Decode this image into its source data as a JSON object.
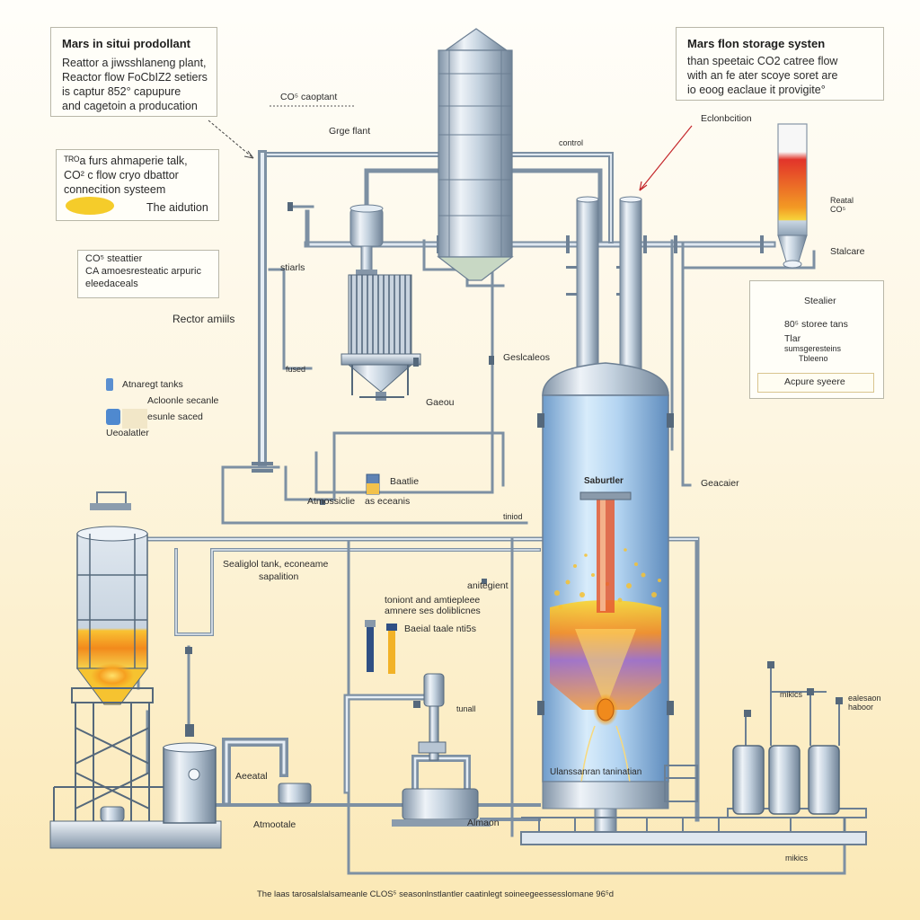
{
  "callouts": {
    "top_left": {
      "title": "Mars in situi prodollant",
      "lines": [
        "Reattor a jiwsshlaneng plant,",
        "Reactor flow FoCbIZ2 setiers",
        "is captur 852° capupure",
        "and cagetoin a producation"
      ]
    },
    "top_right": {
      "title": "Mars flon storage systen",
      "lines": [
        "than speetaic CO2 catree flow",
        "with an fe ater scoye soret are",
        "io eoog eaclaue it provigite°"
      ]
    },
    "mid_left": {
      "lines": [
        "ᵀᴿᴼa furs ahmaperie talk,",
        "CO² c flow cryo dbattor",
        "connecition systeem"
      ],
      "sub_label": "The aidution",
      "swatch_color": "#f5cc2a"
    },
    "left": {
      "lines": [
        "CO⁵ steattier",
        "CA amoesresteatic arpuric",
        "eleedaceals"
      ]
    },
    "right_small": {
      "items": [
        "Stealier",
        "80⁵ storee tans",
        "Tlar",
        "sumsgeresteins",
        "Tbleeno"
      ],
      "footer": "Acpure syeere"
    }
  },
  "labels": {
    "co2_capture": "CO⁵ caoptant",
    "grge_flant": "Grge flant",
    "control": "control",
    "eclonbcition": "Eclonbcition",
    "reactal_co": "Reatal CO⁵",
    "staleare": "Stalcare",
    "stiarls": "stiarls",
    "reactor_amills": "Rector amiils",
    "fused": "fused",
    "gaeou": "Gaeou",
    "geslcaleos": "Geslcaleos",
    "atnaregt_tanks": "Atnaregt tanks",
    "acloonle_secanle": "Acloonle secanle",
    "esunle_saced": "esunle saced",
    "ueoalatler": "Ueoalatler",
    "baatlie": "Baatlie",
    "atmossiclie": "Atmossiclie",
    "as_eceanis": "as eceanis",
    "tiniod": "tiniod",
    "saburiter": "Saburtler",
    "geacaier": "Geacaier",
    "sealiglol_tank": "Sealiglol tank, econeame",
    "sapalition": "sapalition",
    "antogisnt": "anitegient",
    "tonient": "toniont and amtiepleee",
    "amneres": "amnere ses doliblicnes",
    "baeial": "Baeial taale nti5s",
    "tunall": "tunall",
    "ulanesantian": "Ulanssanran taninatian",
    "aeeatal": "Aeeatal",
    "atmootale": "Atmootale",
    "almaon": "Almaon",
    "mikics": "mikics",
    "ealesaon": "ealesaon",
    "habour": "haboor",
    "footer": "The laas tarosalslalsameanle CLOS⁵ seasonlnstlantler caatinlegt soineegeessesslomane 96⁵d"
  },
  "colors": {
    "steel_light": "#e6edf4",
    "steel_mid": "#a9bacb",
    "steel_dark": "#6c7f93",
    "pipe": "#8a9cae",
    "vessel_blue": "#9fc7ea",
    "flame_orange": "#f29b1e",
    "flame_yellow": "#f7dd3c",
    "heat_purple": "#8a62c8"
  }
}
